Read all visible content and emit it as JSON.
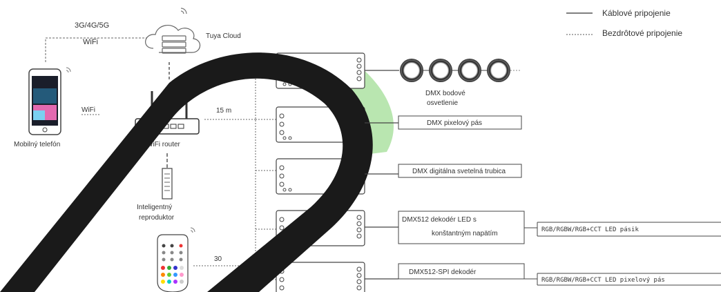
{
  "legend": {
    "wired": "Káblové pripojenie",
    "wireless": "Bezdrôtové pripojenie"
  },
  "cloud": {
    "label": "Tuya Cloud",
    "network_top": "3G/4G/5G",
    "network_bottom": "WiFi"
  },
  "phone": {
    "label": "Mobilný telefón",
    "link_label": "WiFi"
  },
  "router": {
    "label": "WiFi router",
    "distance_label": "15 m"
  },
  "speaker": {
    "label_line1": "Inteligentný",
    "label_line2": "reproduktor"
  },
  "remote": {
    "distance_label": "30"
  },
  "outputs": {
    "dmx_points_line1": "DMX bodové",
    "dmx_points_line2": "osvetlenie",
    "pixel_strip": "DMX pixelový pás",
    "digital_tube": "DMX digitálna svetelná trubica",
    "decoder_line1": "DMX512 dekodér LED s",
    "decoder_line2": "konštantným napätím",
    "spi_decoder": "DMX512-SPI dekodér",
    "rgb_strip": "RGB/RGBW/RGB+CCT LED pásik",
    "rgb_pixel_strip": "RGB/RGBW/RGB+CCT LED pixelový pás"
  },
  "colors": {
    "watermark_dark": "#1a1a1a",
    "watermark_green": "#b9e6b0",
    "line": "#555555"
  }
}
